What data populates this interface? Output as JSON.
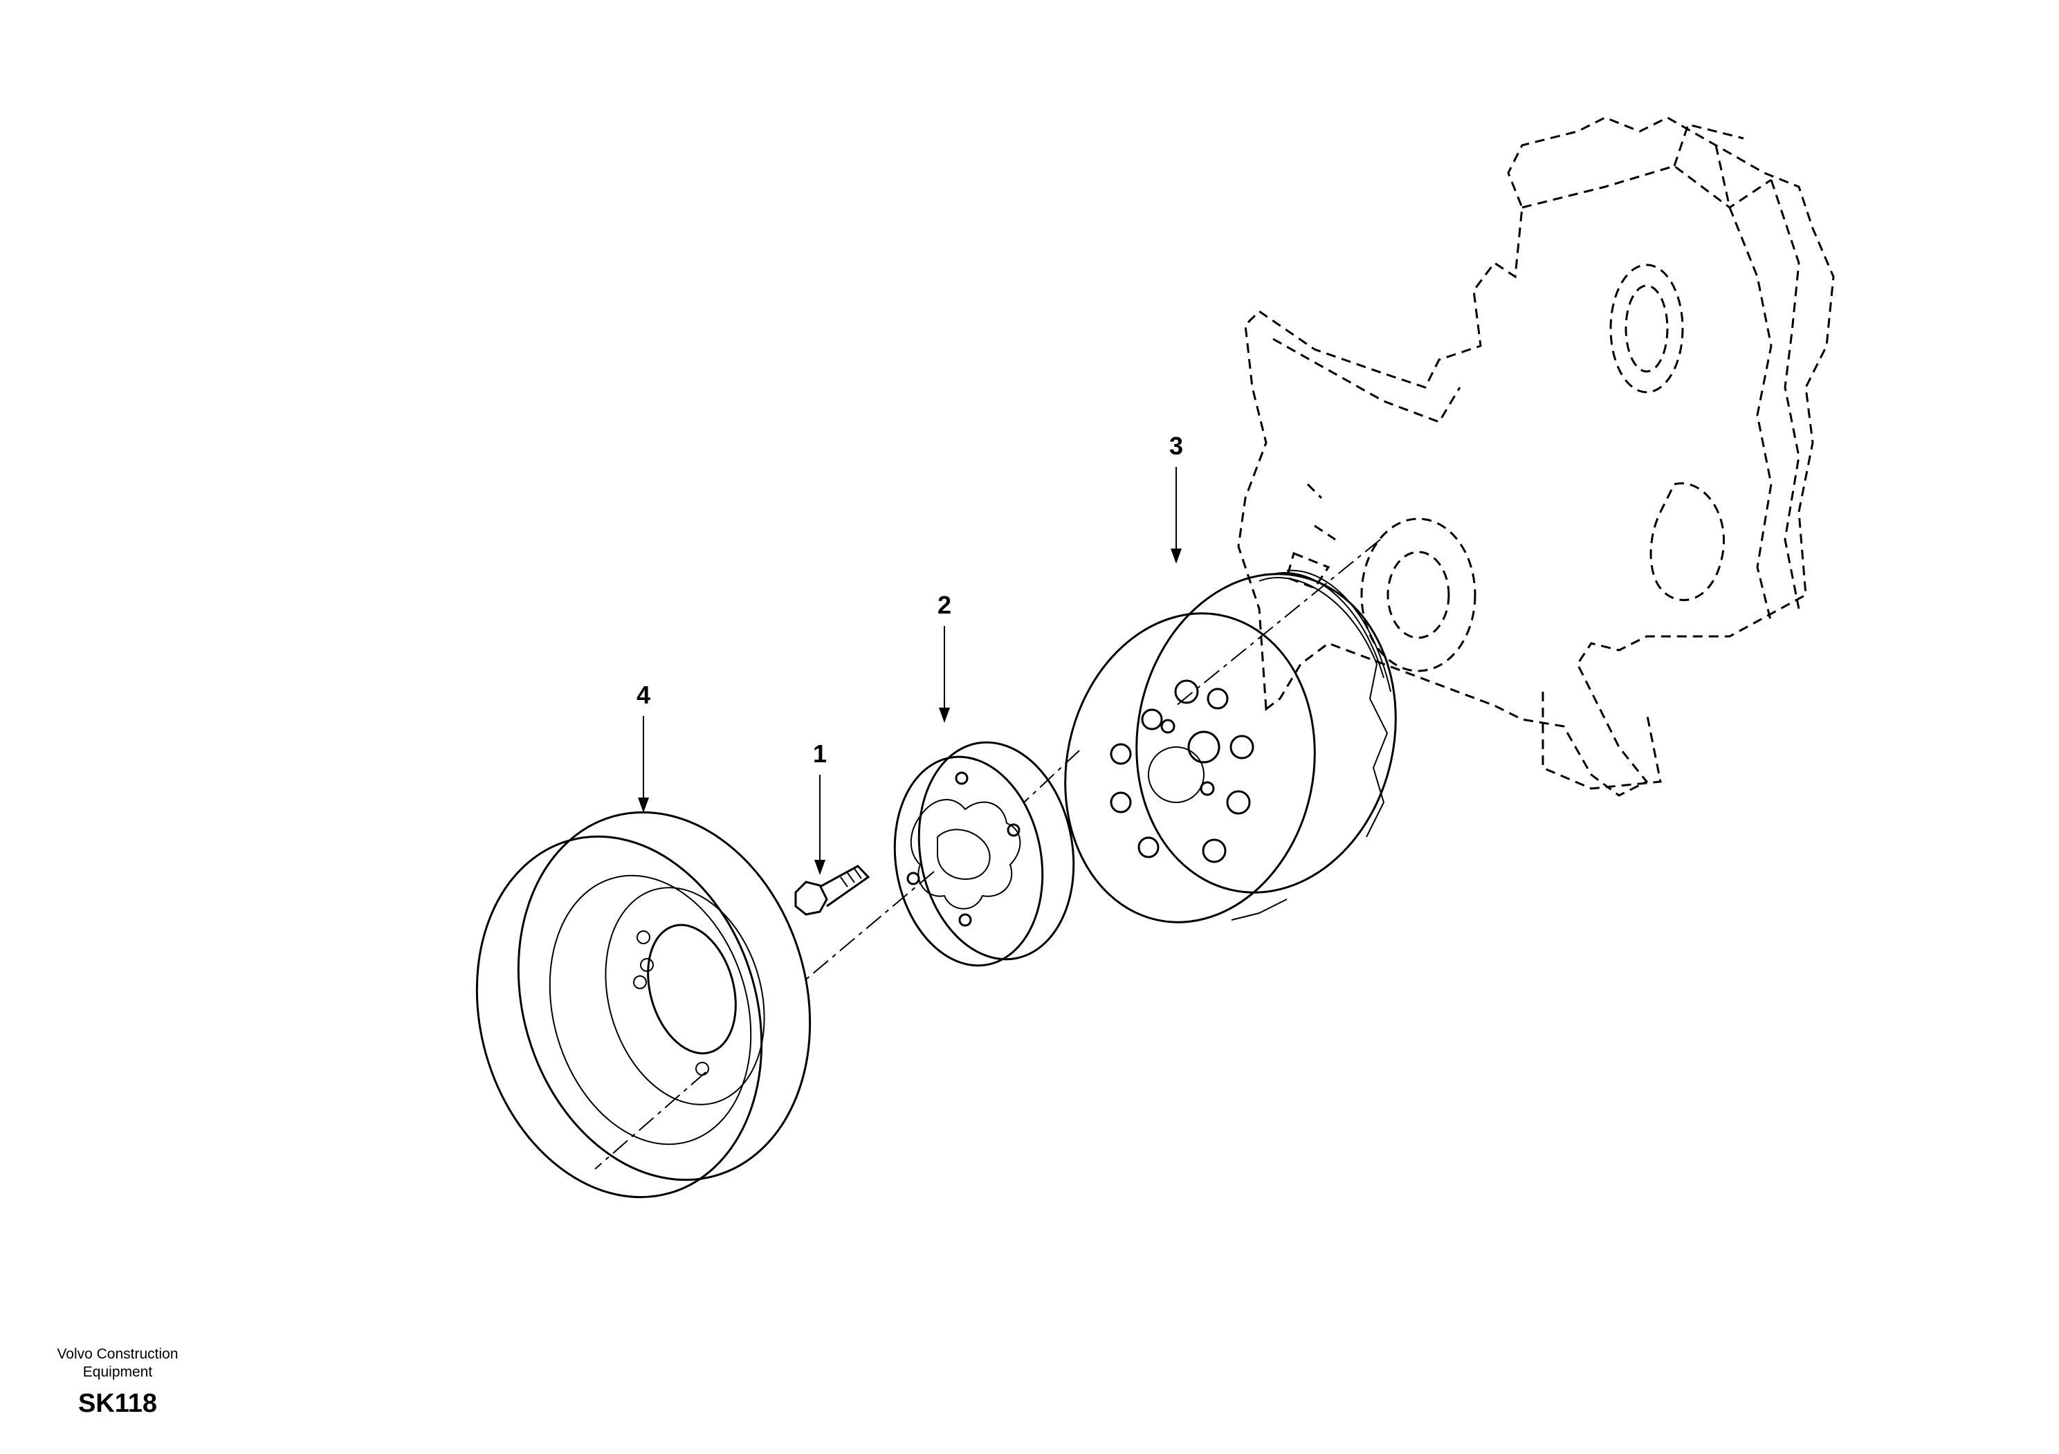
{
  "callouts": [
    {
      "id": "1",
      "label": "1"
    },
    {
      "id": "2",
      "label": "2"
    },
    {
      "id": "3",
      "label": "3"
    },
    {
      "id": "4",
      "label": "4"
    }
  ],
  "footer": {
    "publisher_line1": "Volvo Construction",
    "publisher_line2": "Equipment",
    "sheet_code": "SK118"
  }
}
